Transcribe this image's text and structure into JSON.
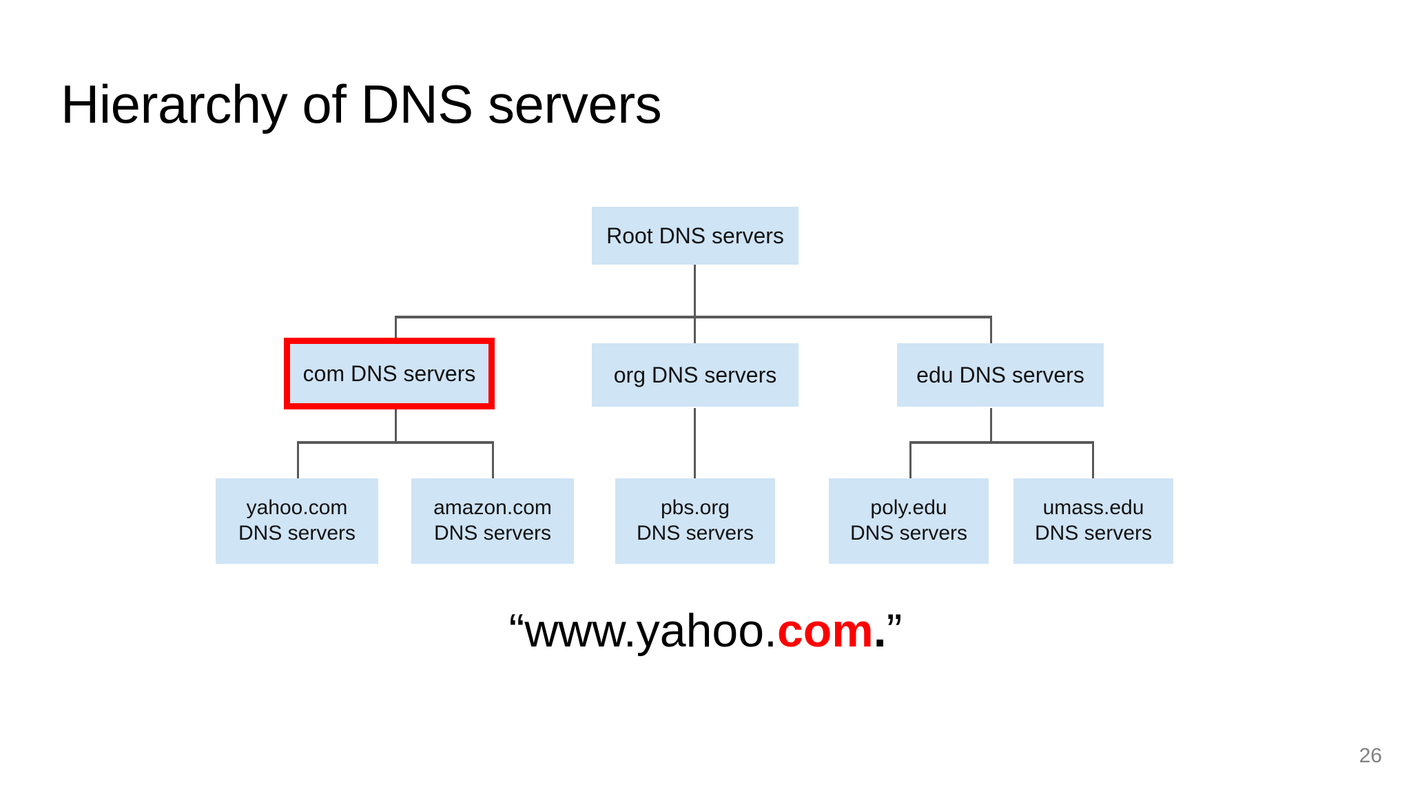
{
  "slide": {
    "title": "Hierarchy of DNS servers",
    "page_number": "26",
    "background_color": "#ffffff"
  },
  "colors": {
    "node_fill": "#cfe4f5",
    "node_text": "#121212",
    "highlight_border": "#ff0000",
    "connector": "#595959",
    "title_text": "#000000",
    "page_number_text": "#808080",
    "accent_red": "#ff0000"
  },
  "diagram": {
    "type": "tree",
    "root": {
      "id": "root-dns-servers",
      "label": "Root DNS servers",
      "highlighted": false
    },
    "level2": [
      {
        "id": "com-dns-servers",
        "label": "com DNS servers",
        "highlighted": true
      },
      {
        "id": "org-dns-servers",
        "label": "org DNS servers",
        "highlighted": false
      },
      {
        "id": "edu-dns-servers",
        "label": "edu DNS servers",
        "highlighted": false
      }
    ],
    "level3": [
      {
        "id": "yahoo-com-dns-servers",
        "parent": "com-dns-servers",
        "line1": "yahoo.com",
        "line2": "DNS servers"
      },
      {
        "id": "amazon-com-dns-servers",
        "parent": "com-dns-servers",
        "line1": "amazon.com",
        "line2": "DNS servers"
      },
      {
        "id": "pbs-org-dns-servers",
        "parent": "org-dns-servers",
        "line1": "pbs.org",
        "line2": "DNS servers"
      },
      {
        "id": "poly-edu-dns-servers",
        "parent": "edu-dns-servers",
        "line1": "poly.edu",
        "line2": "DNS servers"
      },
      {
        "id": "umass-edu-dns-servers",
        "parent": "edu-dns-servers",
        "line1": "umass.edu",
        "line2": "DNS servers"
      }
    ]
  },
  "caption": {
    "open_quote": "“",
    "prefix": "www.yahoo.",
    "highlight": "com",
    "trailing_dot": ".",
    "close_quote": "”",
    "full_text": "“www.yahoo.com.”"
  }
}
